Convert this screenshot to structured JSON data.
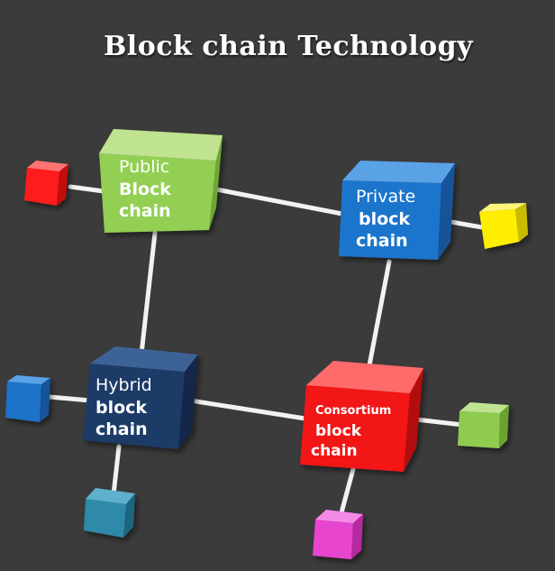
{
  "title": "Block chain  Technology",
  "nodes": [
    {
      "id": "public",
      "line1": "Public",
      "line2": "Block",
      "line3": "chain",
      "color": "#8fcb4f"
    },
    {
      "id": "private",
      "line1": "Private",
      "line2": "block",
      "line3": "chain",
      "color": "#1f73c9"
    },
    {
      "id": "hybrid",
      "line1": "Hybrid",
      "line2": "block",
      "line3": "chain",
      "color": "#1e3a64"
    },
    {
      "id": "consortium",
      "line1": "Consortium",
      "line2": "block",
      "line3": "chain",
      "color": "#f01414"
    }
  ],
  "satellites": [
    {
      "id": "red",
      "color": "#ff1a1a"
    },
    {
      "id": "yellow",
      "color": "#ffee00"
    },
    {
      "id": "blue",
      "color": "#1f73c9"
    },
    {
      "id": "teal",
      "color": "#2f8aa8"
    },
    {
      "id": "green",
      "color": "#8fcb4f"
    },
    {
      "id": "magenta",
      "color": "#e845cf"
    }
  ]
}
